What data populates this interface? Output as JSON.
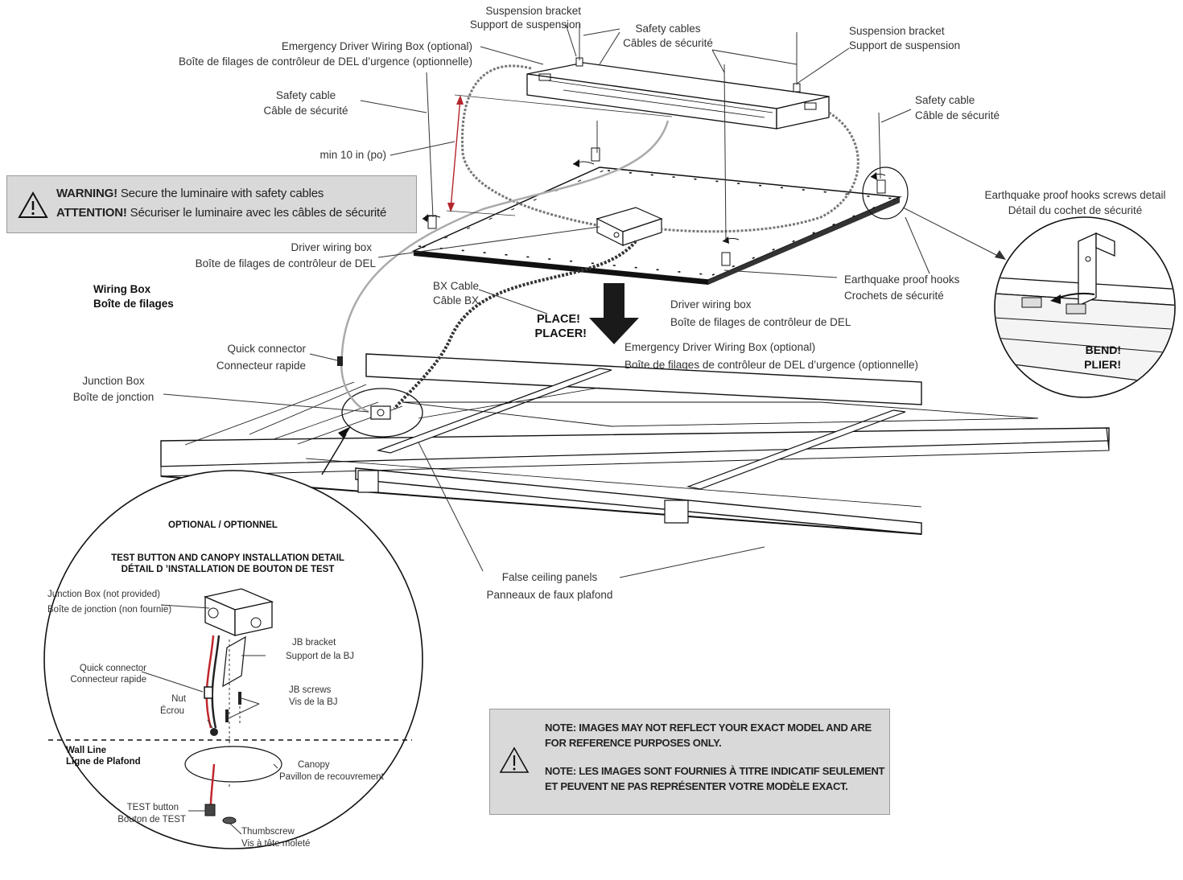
{
  "labels": {
    "suspension_bracket_left": [
      "Suspension bracket",
      "Support de suspension"
    ],
    "safety_cables_top": [
      "Safety cables",
      "Câbles de sécurité"
    ],
    "suspension_bracket_right": [
      "Suspension bracket",
      "Support de suspension"
    ],
    "emergency_box_top": [
      "Emergency Driver Wiring Box (optional)",
      "Boîte de filages de contrôleur de DEL d’urgence (optionnelle)"
    ],
    "safety_cable_left": [
      "Safety cable",
      "Câble de sécurité"
    ],
    "safety_cable_right": [
      "Safety cable",
      "Câble de sécurité"
    ],
    "min_distance": "min 10 in (po)",
    "earthquake_detail": [
      "Earthquake proof hooks screws detail",
      "Détail du cochet de sécurité"
    ],
    "driver_box_left": [
      "Driver wiring box",
      "Boîte de filages de contrôleur de DEL"
    ],
    "wiring_box": [
      "Wiring Box",
      "Boîte de filages"
    ],
    "bx_cable": [
      "BX Cable",
      "Câble BX"
    ],
    "place": [
      "PLACE!",
      "PLACER!"
    ],
    "earthquake_hooks": [
      "Earthquake proof hooks",
      "Crochets de sécurité"
    ],
    "driver_box_center": [
      "Driver wiring box",
      "Boîte de filages de contrôleur de DEL"
    ],
    "quick_connector": [
      "Quick connector",
      "Connecteur rapide"
    ],
    "emergency_box_center": [
      "Emergency Driver Wiring Box (optional)",
      "Boîte de filages de contrôleur de DEL d’urgence (optionnelle)"
    ],
    "junction_box": [
      "Junction Box",
      "Boîte de jonction"
    ],
    "bend": [
      "BEND!",
      "PLIER!"
    ],
    "false_ceiling": [
      "False ceiling panels",
      "Panneaux de faux plafond"
    ]
  },
  "detail": {
    "title": "OPTIONAL / OPTIONNEL",
    "subtitle": [
      "TEST BUTTON AND CANOPY INSTALLATION DETAIL",
      "DÉTAIL D ’INSTALLATION DE BOUTON DE TEST"
    ],
    "junction_box": [
      "Junction Box (not provided)",
      "Boîte de jonction (non fournie)"
    ],
    "jb_bracket": [
      "JB bracket",
      "Support de la BJ"
    ],
    "quick_connector": [
      "Quick connector",
      "Connecteur rapide"
    ],
    "jb_screws": [
      "JB screws",
      "Vis de la BJ"
    ],
    "nut": [
      "Nut",
      "Écrou"
    ],
    "wall_line": [
      "Wall Line",
      "Ligne de Plafond"
    ],
    "canopy": [
      "Canopy",
      "Pavillon de recouvrement"
    ],
    "test_button": [
      "TEST button",
      "Bouton de TEST"
    ],
    "thumbscrew": [
      "Thumbscrew",
      "Vis à tête moleté"
    ]
  },
  "warning": {
    "line1_bold": "WARNING!",
    "line1_text": " Secure the luminaire with safety cables",
    "line2_bold": "ATTENTION!",
    "line2_text": " Sécuriser le luminaire avec les câbles de  sécurité"
  },
  "note": {
    "en": [
      "NOTE: IMAGES MAY NOT REFLECT YOUR EXACT MODEL AND ARE",
      "FOR REFERENCE PURPOSES ONLY."
    ],
    "fr": [
      "NOTE: LES IMAGES SONT FOURNIES À TITRE INDICATIF SEULEMENT",
      "ET PEUVENT NE PAS REPRÉSENTER VOTRE MODÈLE EXACT."
    ]
  },
  "icons": [
    "warning-triangle-icon",
    "down-arrow-icon",
    "bend-arrow-icon"
  ],
  "colors": {
    "callout_bg": "#d9d9d9",
    "wire_red": "#c1272d",
    "dimension_red": "#b3262b",
    "line": "#111111"
  }
}
